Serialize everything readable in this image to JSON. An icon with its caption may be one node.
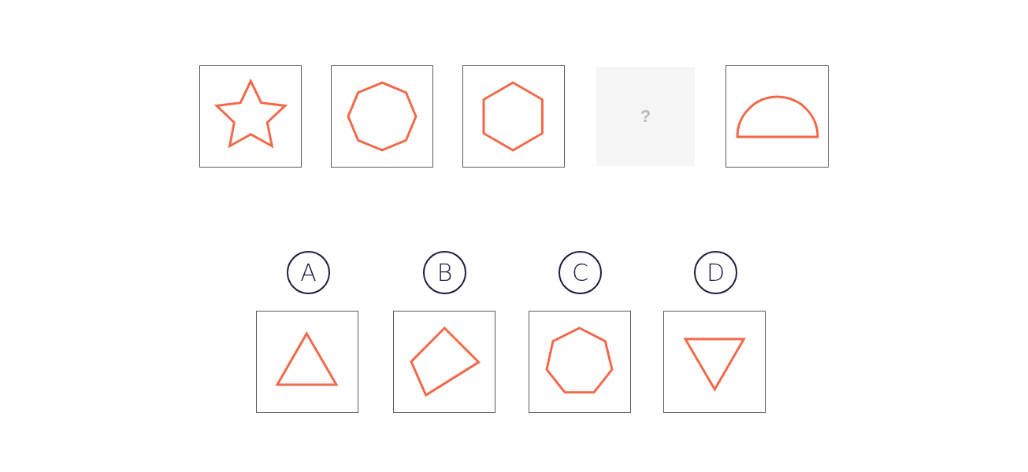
{
  "diagram": {
    "nodes": [
      {
        "text": [],
        "shape": "picture"
      },
      {
        "text": [],
        "shape": "picture"
      },
      {
        "text": [],
        "shape": "picture"
      },
      {
        "text": [
          "?"
        ]
      },
      {
        "text": [],
        "shape": "picture"
      },
      {
        "text": [
          "A"
        ]
      },
      {
        "text": [
          "B"
        ]
      },
      {
        "text": [
          "C"
        ]
      },
      {
        "text": [
          "D"
        ]
      },
      {
        "text": [],
        "shape": "picture"
      },
      {
        "text": [],
        "shape": "picture"
      },
      {
        "text": [],
        "shape": "picture"
      },
      {
        "text": [],
        "shape": "picture"
      }
    ]
  }
}
